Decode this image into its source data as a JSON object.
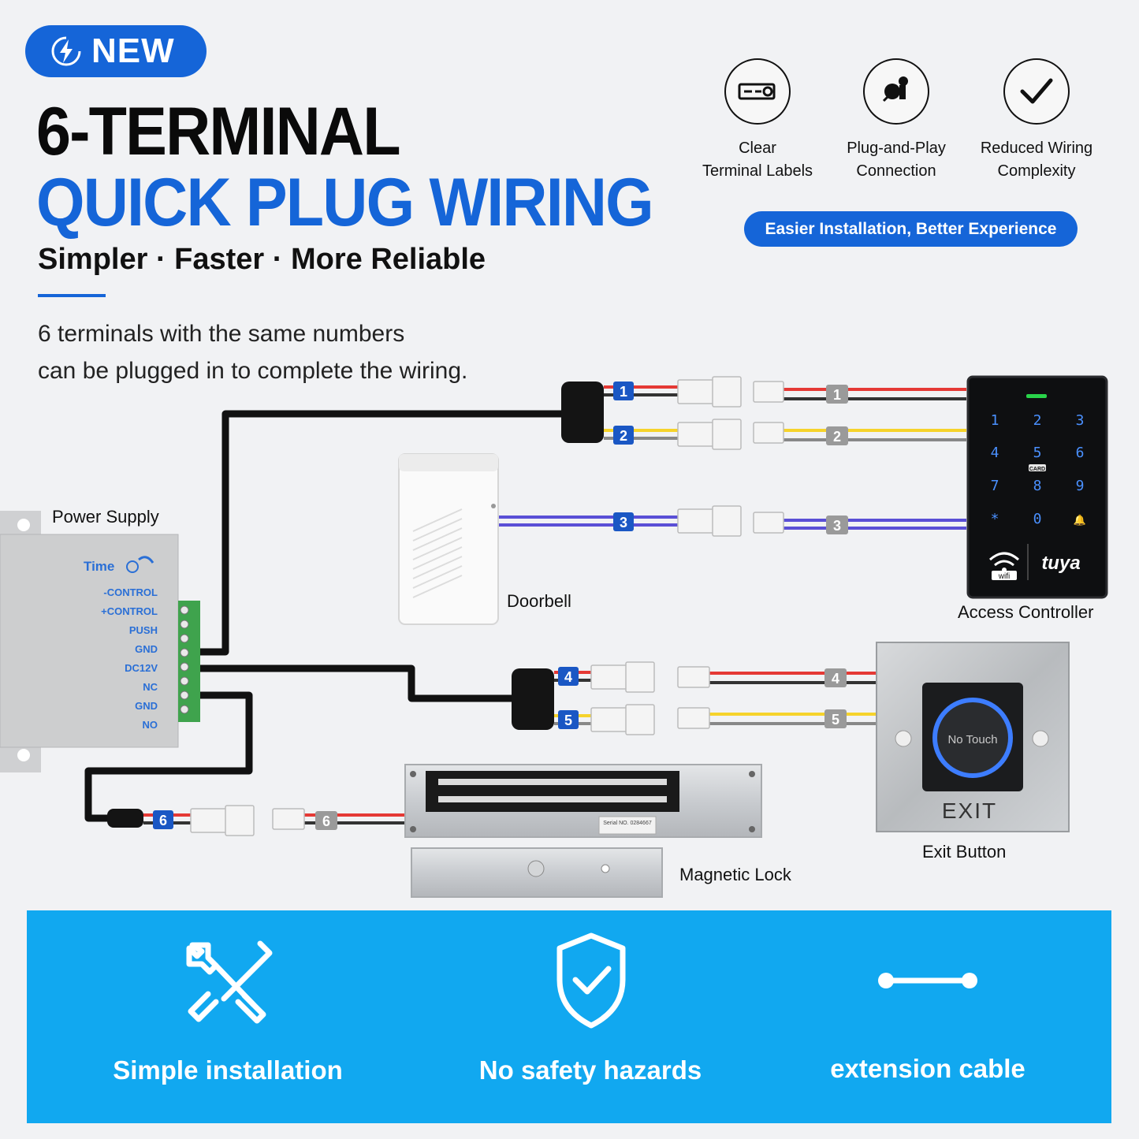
{
  "header": {
    "badge": "NEW",
    "title_line1": "6-TERMINAL",
    "title_line2": "QUICK PLUG WIRING",
    "subtitle": "Simpler · Faster · More Reliable",
    "desc_line1": "6 terminals with the same numbers",
    "desc_line2": "can be plugged in to complete the wiring."
  },
  "features": [
    {
      "line1": "Clear",
      "line2": "Terminal Labels",
      "icon": "terminal-label-icon"
    },
    {
      "line1": "Plug-and-Play",
      "line2": "Connection",
      "icon": "plug-icon"
    },
    {
      "line1": "Reduced Wiring",
      "line2": "Complexity",
      "icon": "check-icon"
    }
  ],
  "tagline": "Easier Installation, Better Experience",
  "devices": {
    "power_supply": "Power Supply",
    "doorbell": "Doorbell",
    "access_controller": "Access Controller",
    "exit_button": "Exit Button",
    "magnetic_lock": "Magnetic Lock"
  },
  "power_supply_panel": {
    "time": "Time",
    "terminals": [
      "-CONTROL",
      "+CONTROL",
      "PUSH",
      "GND",
      "DC12V",
      "NC",
      "GND",
      "NO"
    ]
  },
  "keypad": {
    "keys": [
      "1",
      "2",
      "3",
      "4",
      "5",
      "6",
      "7",
      "8",
      "9",
      "*",
      "0",
      "🔔"
    ],
    "card_label": "CARD",
    "wifi_label": "wifi",
    "brand": "tuya"
  },
  "exit_button_panel": {
    "touch_text": "No Touch",
    "exit_text": "EXIT"
  },
  "maglock_plate": "Serial NO. 0284667",
  "wire_numbers": [
    "1",
    "2",
    "3",
    "4",
    "5",
    "6"
  ],
  "benefits": [
    {
      "label": "Simple installation",
      "icon": "tools-icon"
    },
    {
      "label": "No safety hazards",
      "icon": "shield-check-icon"
    },
    {
      "label": "extension cable",
      "icon": "cable-icon"
    }
  ],
  "colors": {
    "brand_blue": "#1565d8",
    "band_blue": "#11a8f0",
    "wire_red": "#e53935",
    "wire_yellow": "#f6d32b",
    "wire_purple": "#5a4fd6"
  }
}
